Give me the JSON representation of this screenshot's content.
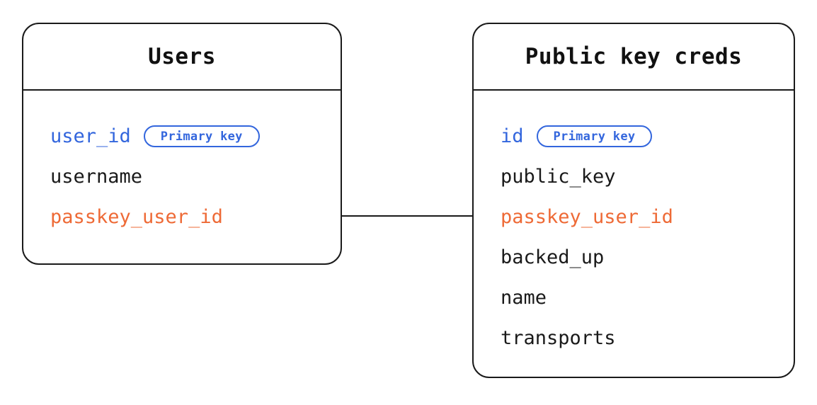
{
  "diagram": {
    "type": "entity-relationship",
    "background_color": "#ffffff",
    "colors": {
      "outline": "#1a1a1a",
      "text": "#1a1a1a",
      "primary_key": "#3366dd",
      "foreign_key": "#ee6a36",
      "badge_border": "#3366dd"
    },
    "entities": [
      {
        "id": "users",
        "title": "Users",
        "fields": [
          {
            "name": "user_id",
            "role": "pk",
            "badge": "Primary key"
          },
          {
            "name": "username",
            "role": "plain",
            "badge": null
          },
          {
            "name": "passkey_user_id",
            "role": "fk",
            "badge": null
          }
        ]
      },
      {
        "id": "public_key_creds",
        "title": "Public key creds",
        "fields": [
          {
            "name": "id",
            "role": "pk",
            "badge": "Primary key"
          },
          {
            "name": "public_key",
            "role": "plain",
            "badge": null
          },
          {
            "name": "passkey_user_id",
            "role": "fk",
            "badge": null
          },
          {
            "name": "backed_up",
            "role": "plain",
            "badge": null
          },
          {
            "name": "name",
            "role": "plain",
            "badge": null
          },
          {
            "name": "transports",
            "role": "plain",
            "badge": null
          }
        ]
      }
    ],
    "relationships": [
      {
        "from": "users.passkey_user_id",
        "to": "public_key_creds.passkey_user_id",
        "style": "solid-line"
      }
    ]
  }
}
